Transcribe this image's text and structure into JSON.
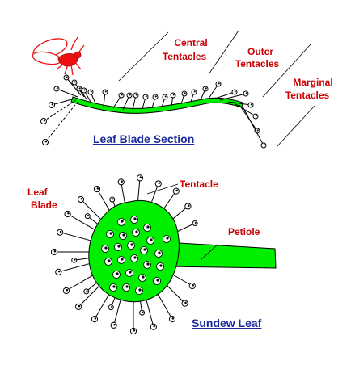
{
  "labels": {
    "central": [
      "Central",
      "Tentacles"
    ],
    "outer": [
      "Outer",
      "Tentacles"
    ],
    "marginal": [
      "Marginal",
      "Tentacles"
    ],
    "section_title": "Leaf Blade Section",
    "tentacle": "Tentacle",
    "leaf_blade": [
      "Leaf",
      "Blade"
    ],
    "petiole": "Petiole",
    "leaf_title": "Sundew Leaf"
  },
  "colors": {
    "leaf": "#00ee00",
    "red_label": "#cc0000",
    "blue_label": "#1a2a9a",
    "insect": "#ee1111",
    "outline": "#000000"
  },
  "icons": [
    "insect-icon"
  ]
}
